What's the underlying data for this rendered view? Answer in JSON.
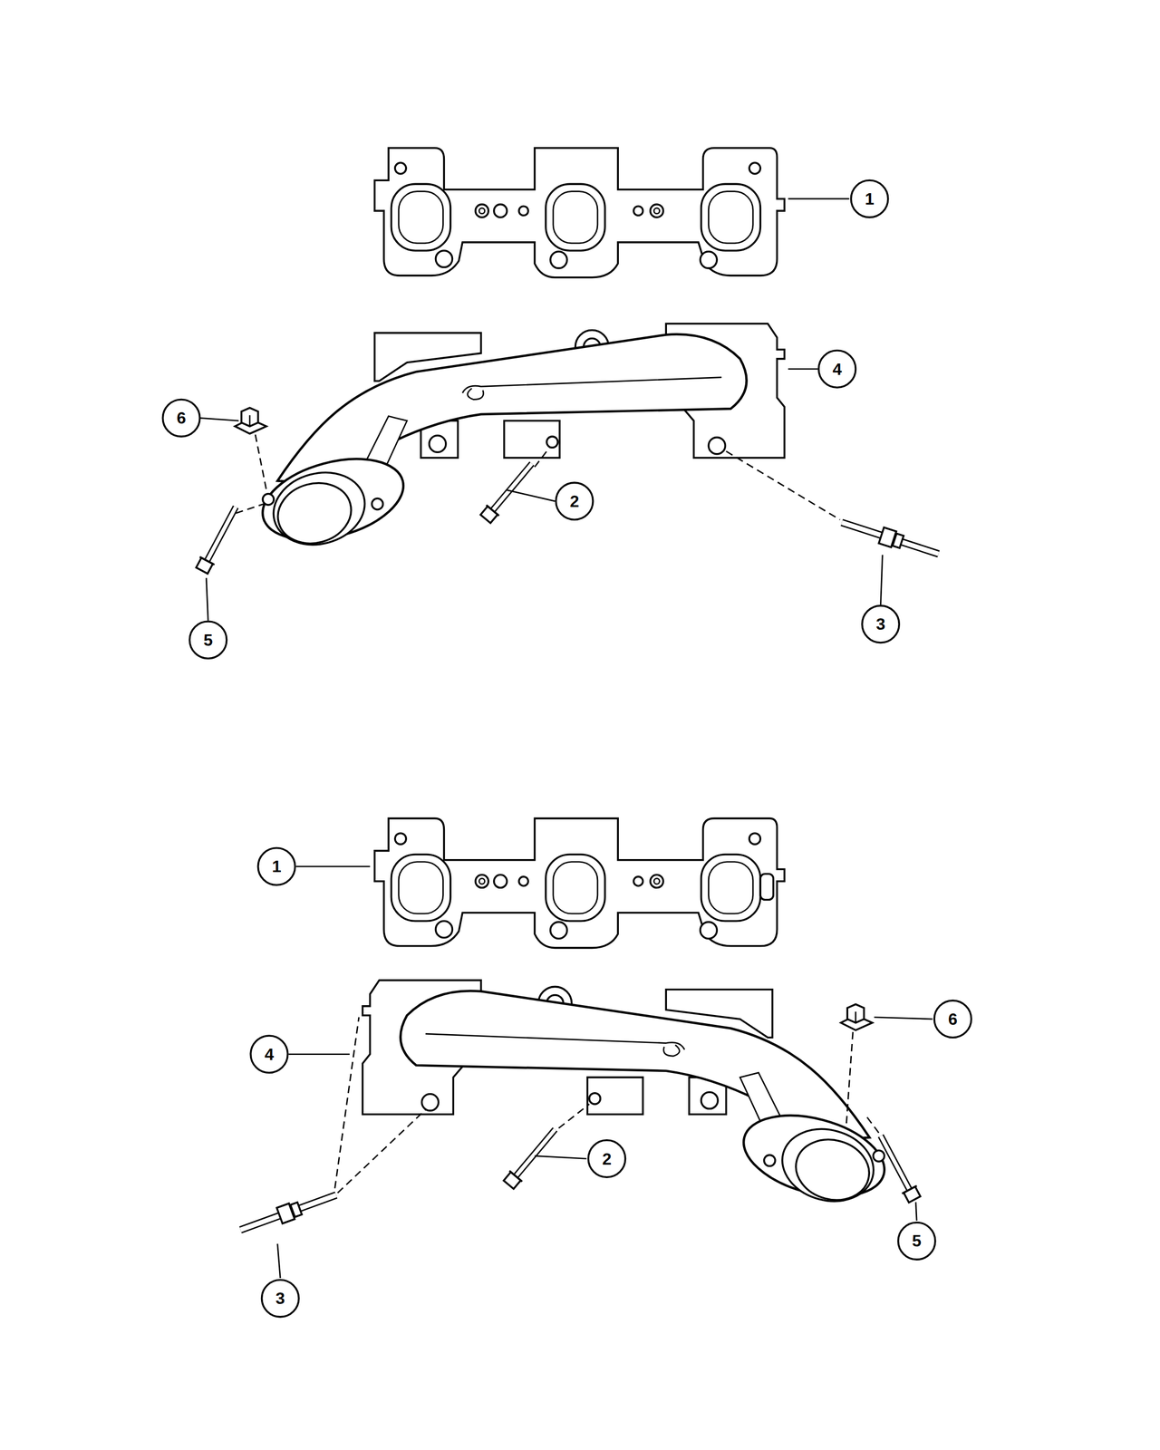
{
  "diagram": {
    "labels": [
      "1",
      "4",
      "6",
      "2",
      "3",
      "5",
      "1",
      "4",
      "6",
      "2",
      "3",
      "5"
    ]
  }
}
